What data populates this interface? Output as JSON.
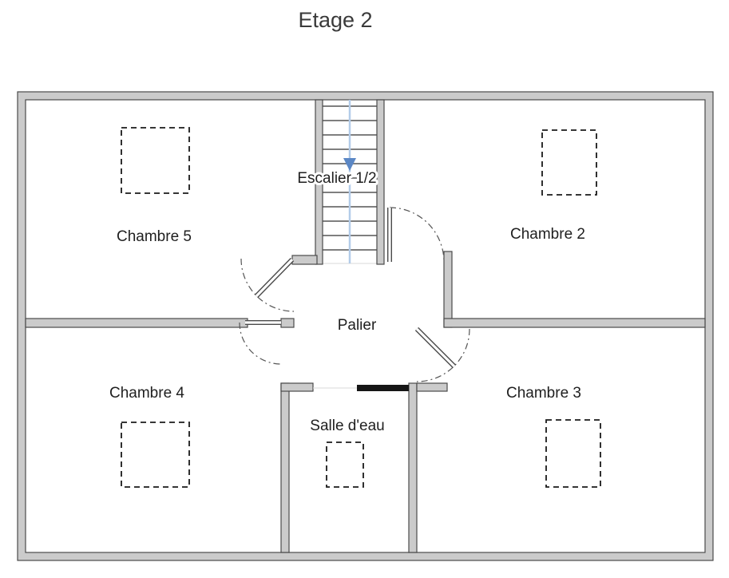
{
  "title": "Etage 2",
  "floorplan": {
    "rooms": {
      "chambre5": {
        "label": "Chambre 5"
      },
      "chambre2": {
        "label": "Chambre 2"
      },
      "chambre4": {
        "label": "Chambre 4"
      },
      "chambre3": {
        "label": "Chambre 3"
      },
      "palier": {
        "label": "Palier"
      },
      "salle_deau": {
        "label": "Salle d'eau"
      },
      "escalier": {
        "label": "Escalier 1/2"
      }
    },
    "colors": {
      "wall_fill": "#cbcbcb",
      "wall_stroke": "#4a4a4a",
      "stair_axis_blue": "#b3cce9",
      "stair_arrow_blue": "#5b87c5",
      "label_text": "#1f1f1f",
      "background": "#ffffff"
    }
  }
}
